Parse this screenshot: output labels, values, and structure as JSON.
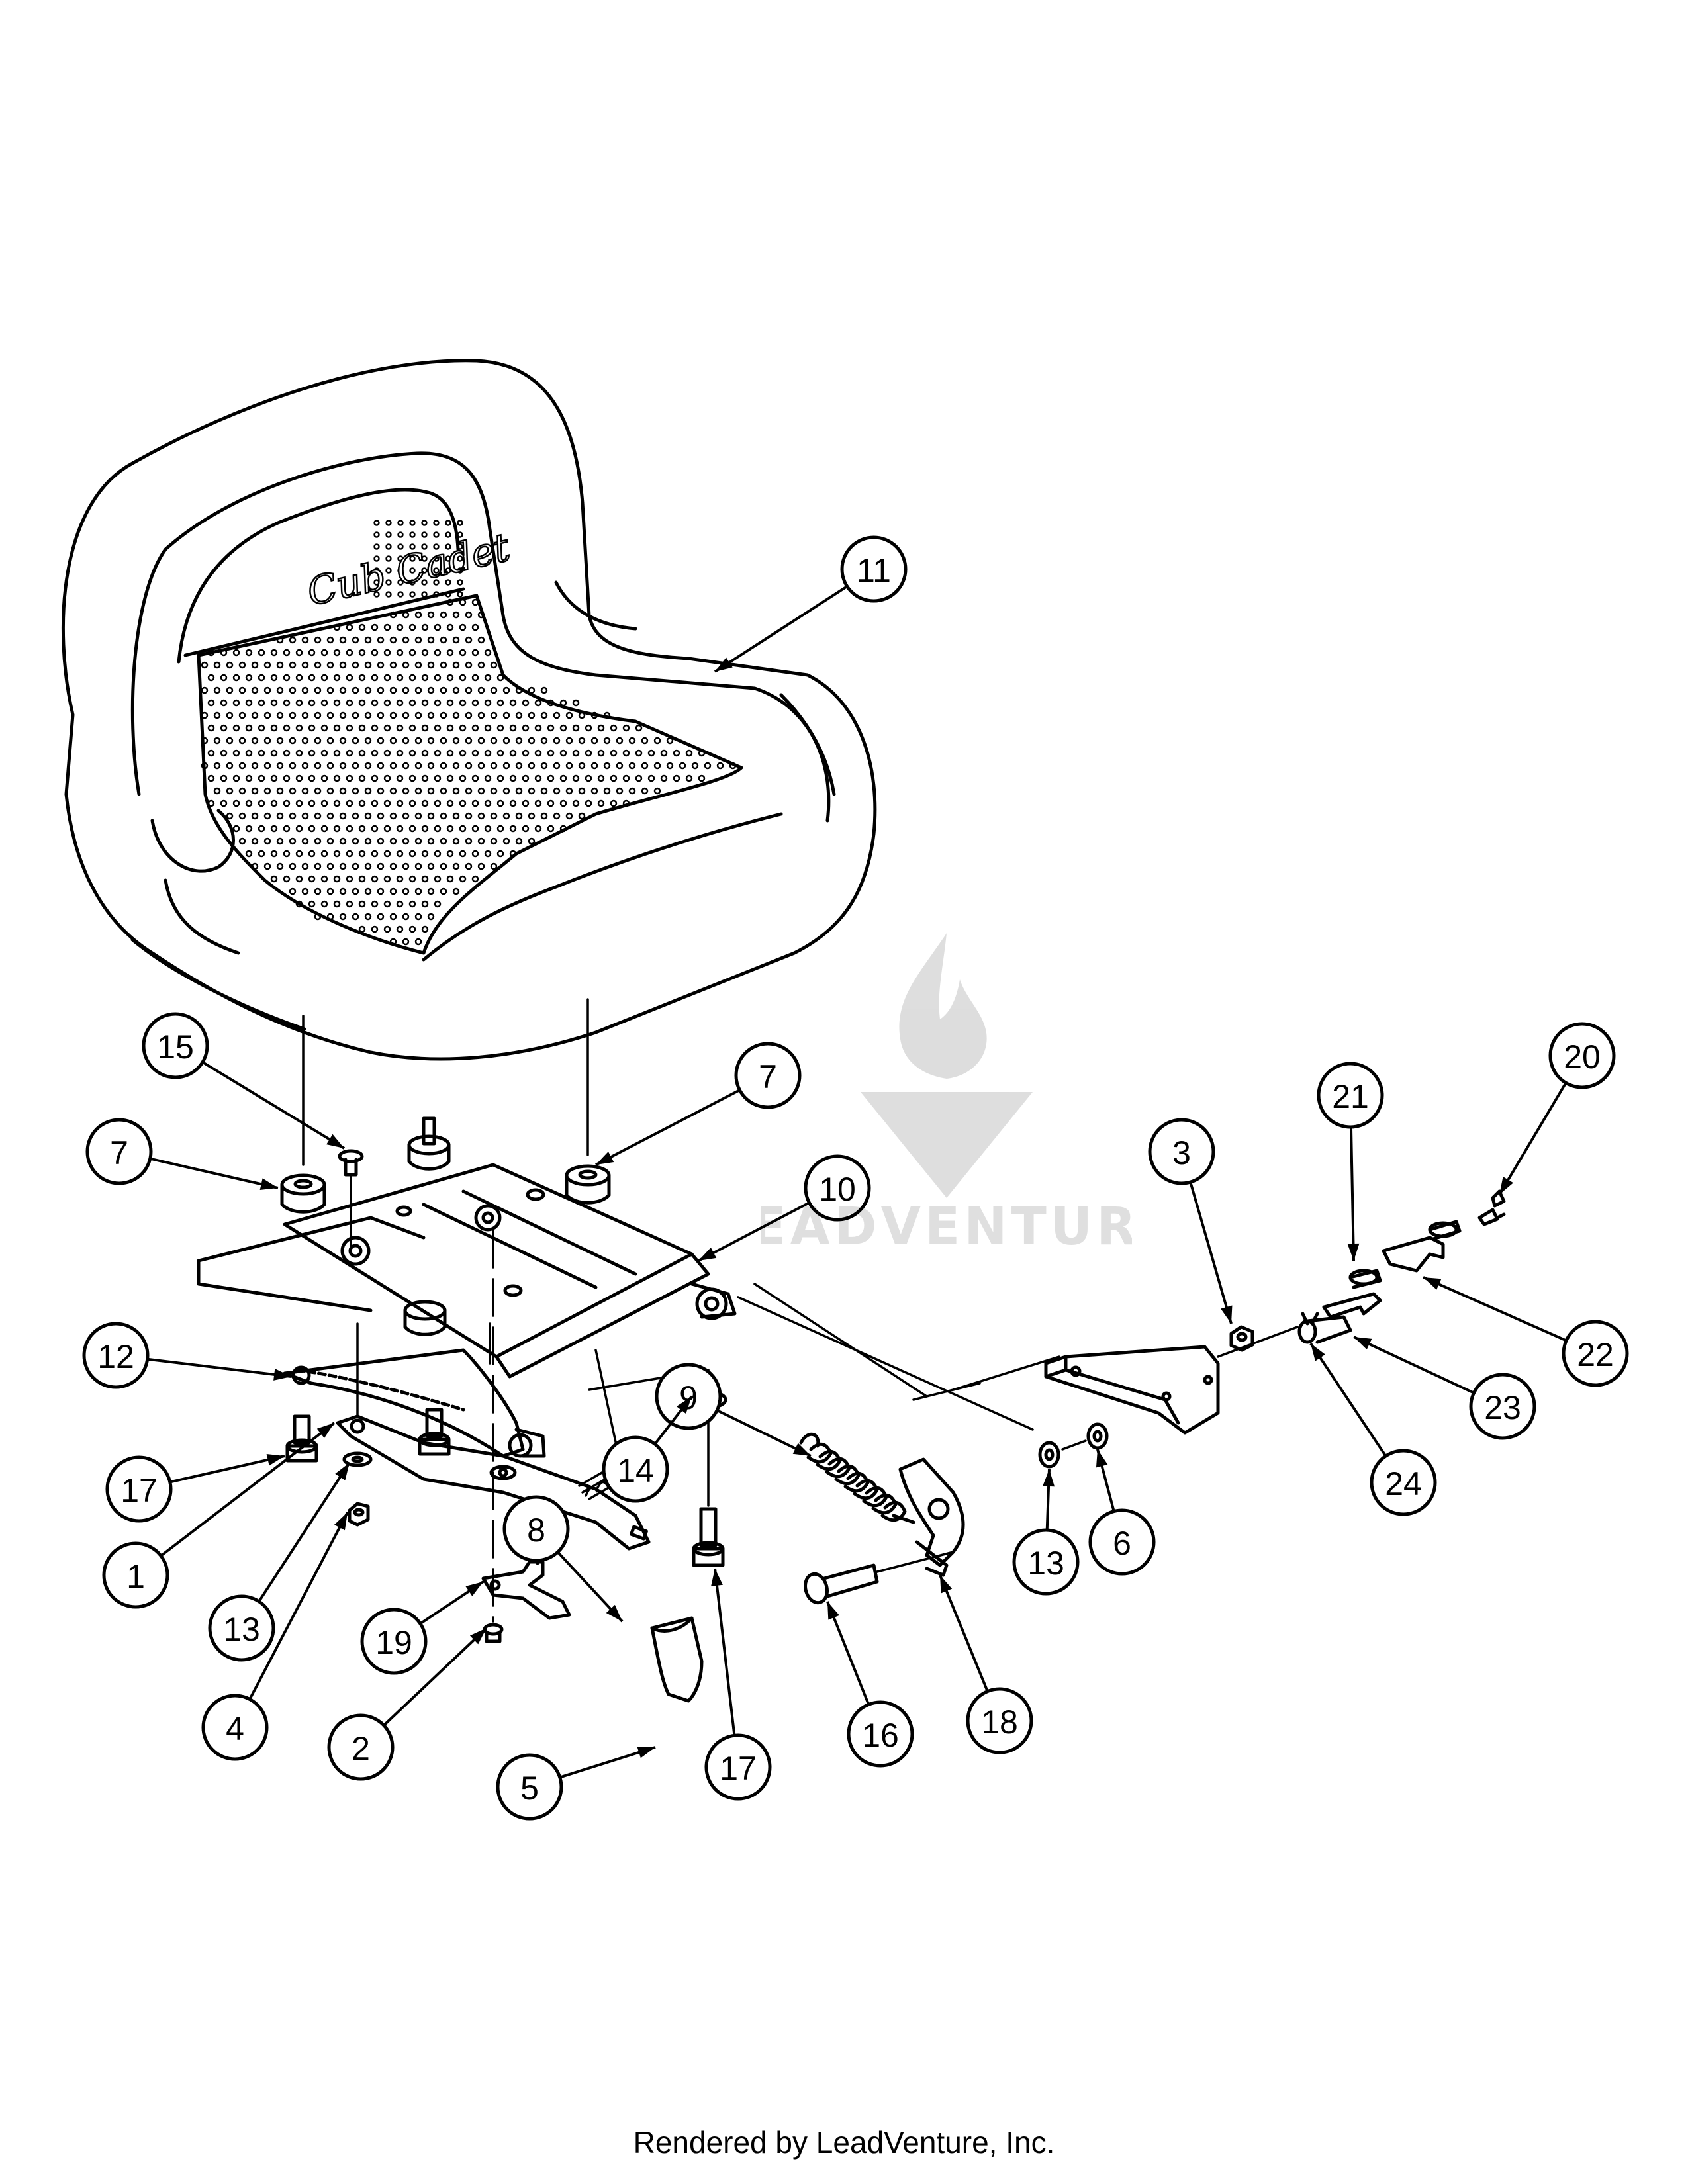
{
  "diagram": {
    "brand_logo_text": "Cub Cadet",
    "watermark_text": "LEADVENTURE",
    "callouts": [
      {
        "label": "11"
      },
      {
        "label": "15"
      },
      {
        "label": "7"
      },
      {
        "label": "7"
      },
      {
        "label": "10"
      },
      {
        "label": "3"
      },
      {
        "label": "21"
      },
      {
        "label": "20"
      },
      {
        "label": "12"
      },
      {
        "label": "22"
      },
      {
        "label": "23"
      },
      {
        "label": "9"
      },
      {
        "label": "17"
      },
      {
        "label": "14"
      },
      {
        "label": "24"
      },
      {
        "label": "8"
      },
      {
        "label": "13"
      },
      {
        "label": "6"
      },
      {
        "label": "1"
      },
      {
        "label": "13"
      },
      {
        "label": "19"
      },
      {
        "label": "4"
      },
      {
        "label": "2"
      },
      {
        "label": "16"
      },
      {
        "label": "18"
      },
      {
        "label": "5"
      },
      {
        "label": "17"
      }
    ]
  },
  "footer": {
    "text": "Rendered by LeadVenture, Inc."
  }
}
